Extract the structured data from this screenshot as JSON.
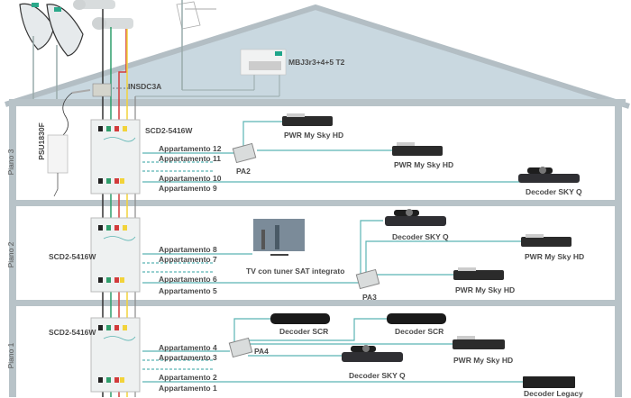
{
  "roof": {
    "antenna_labels": {
      "switch": "INSDC3A",
      "amplifier": "MBJ3r3+4+5 T2"
    }
  },
  "floors": [
    {
      "name": "Piano 3",
      "multiswitch": "SCD2-5416W",
      "psu": "PSU1830F",
      "apartments": [
        "Appartamento 12",
        "Appartamento 11",
        "Appartamento 10",
        "Appartamento 9"
      ],
      "splitter": "PA2",
      "devices": [
        "PWR My Sky HD",
        "PWR My Sky HD",
        "Decoder SKY Q"
      ]
    },
    {
      "name": "Piano 2",
      "multiswitch": "SCD2-5416W",
      "apartments": [
        "Appartamento 8",
        "Appartamento 7",
        "Appartamento 6",
        "Appartamento 5"
      ],
      "splitter": "PA3",
      "devices": [
        "TV con tuner SAT integrato",
        "Decoder SKY Q",
        "PWR My Sky HD",
        "PWR My Sky HD"
      ]
    },
    {
      "name": "Piano 1",
      "multiswitch": "SCD2-5416W",
      "apartments": [
        "Appartamento 4",
        "Appartamento 3",
        "Appartamento 2",
        "Appartamento 1"
      ],
      "splitter": "PA4",
      "devices": [
        "Decoder SCR",
        "Decoder SCR",
        "PWR My Sky HD",
        "Decoder SKY Q",
        "Decoder Legacy"
      ]
    }
  ],
  "colors": {
    "roof": "#c9d8e0",
    "wall": "#b8c3c8",
    "cable": "#5bb5b3",
    "cable_black": "#333333",
    "cable_green": "#2e9e6b",
    "cable_red": "#d23b3b",
    "cable_yellow": "#f2d33a"
  }
}
